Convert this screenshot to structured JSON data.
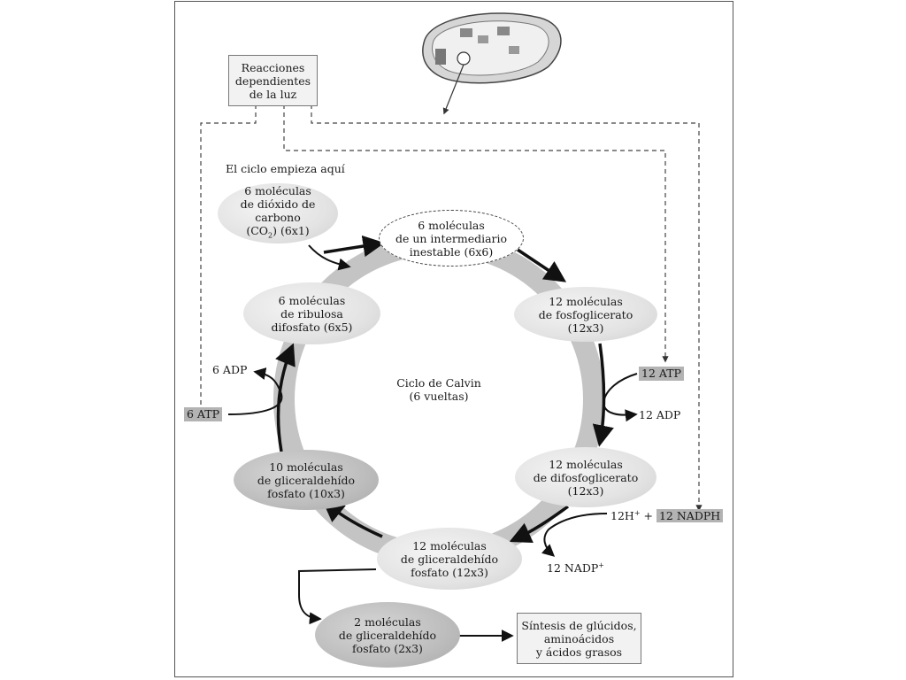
{
  "top_box": {
    "line1": "Reacciones",
    "line2": "dependientes",
    "line3": "de la luz"
  },
  "start_label": "El ciclo empieza aquí",
  "co2": {
    "line1": "6 moléculas",
    "line2": "de dióxido de carbono",
    "line3": "(CO",
    "sub": "2",
    "line3b": ")  (6x1)"
  },
  "intermediate": "6 moléculas\nde un intermediario\ninestable (6x6)",
  "fosfoglicerato": "12 moléculas\nde  fosfoglicerato\n(12x3)",
  "ribulosa": "6 moléculas\nde ribulosa\ndifosfato (6x5)",
  "difosfoglicerato": "12 moléculas\nde difosfoglicerato\n(12x3)",
  "gliceraldehido_10": "10 moléculas\nde gliceraldehído\nfosfato (10x3)",
  "gliceraldehido_12": "12 moléculas\nde gliceraldehído\nfosfato (12x3)",
  "gliceraldehido_2": "2 moléculas\nde gliceraldehído\nfosfato (2x3)",
  "synthesis": "Síntesis de glúcidos,\naminoácidos\ny ácidos grasos",
  "center": "Ciclo de Calvin\n(6 vueltas)",
  "atp_6": "6 ATP",
  "adp_6": "6 ADP",
  "atp_12": "12 ATP",
  "adp_12": "12 ADP",
  "h_12": "12H",
  "h_sup": "+",
  "plus": "+",
  "nadph_12": "12 NADPH",
  "nadp_12": "12 NADP",
  "nadp_sup": "+"
}
